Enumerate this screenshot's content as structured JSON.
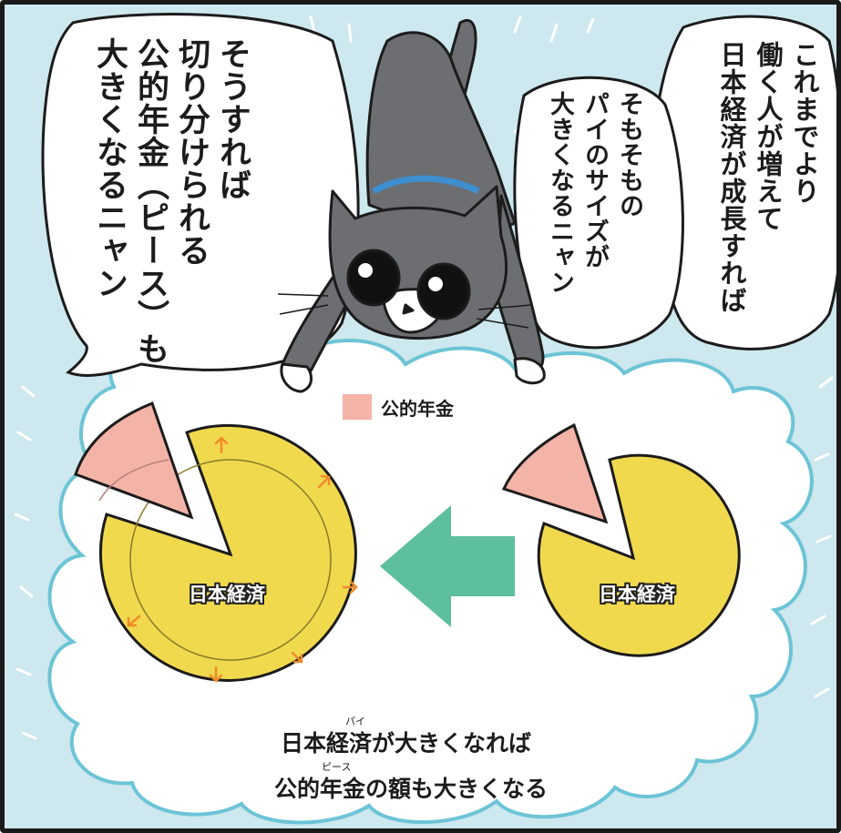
{
  "bubble_left": {
    "lines": [
      "そうすれば",
      "切り分けられる",
      "公的年金（ピース）も",
      "大きくなるニャン"
    ]
  },
  "bubble_right_outer": {
    "lines": [
      "これまでより",
      "働く人が増えて",
      "日本経済が成長すれば"
    ]
  },
  "bubble_right_inner": {
    "lines": [
      "そもそもの",
      "パイのサイズが",
      "大きくなるニャン"
    ]
  },
  "legend": {
    "label": "公的年金"
  },
  "pie_left": {
    "label": "日本経済"
  },
  "pie_right": {
    "label": "日本経済"
  },
  "caption": {
    "line1": "日本経済が大きくなれば",
    "line2": "公的年金の額も大きくなる",
    "ruby1": "パイ",
    "ruby2": "ピース"
  },
  "colors": {
    "pie_fill": "#f1d94e",
    "slice_fill": "#f4b3a7",
    "arrow_fill": "#5ebf9e",
    "sky": "#cde8ee",
    "cloud_outline": "#6cc4d6",
    "growth_arrows": "#f08a2a",
    "cat_fur": "#6d6e72",
    "cat_collar": "#3e8fd0"
  },
  "icons": {
    "cat": "cat-illustration",
    "growth": "expand-arrow-icon",
    "direction": "left-arrow-icon"
  }
}
